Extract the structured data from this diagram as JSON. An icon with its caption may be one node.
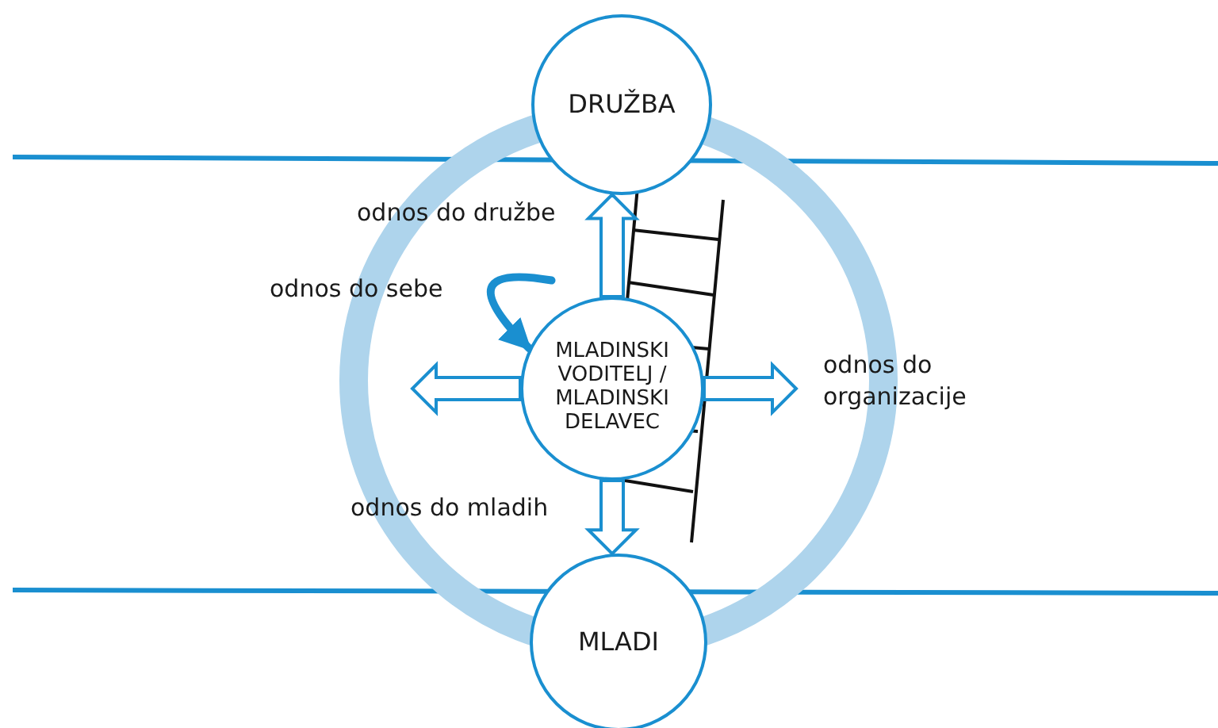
{
  "diagram": {
    "nodes": [
      {
        "text": [
          "DRUŽBA"
        ]
      },
      {
        "text": [
          "MLADI"
        ]
      },
      {
        "text": [
          "MLADINSKI VODITELJ / MLADINSKI DELAVEC"
        ]
      }
    ],
    "edges": [
      {
        "from": 2,
        "to": 0,
        "arrow": "to",
        "label": "odnos do družbe"
      },
      {
        "from": 2,
        "to": 1,
        "arrow": "to",
        "label": "odnos do mladih"
      },
      {
        "from": 2,
        "to": null,
        "arrow": "to"
      },
      {
        "from": 2,
        "to": null,
        "arrow": "to",
        "label": "odnos do organizacije"
      },
      {
        "from": null,
        "to": 2,
        "arrow": "to",
        "label": "odnos do sebe"
      }
    ]
  }
}
